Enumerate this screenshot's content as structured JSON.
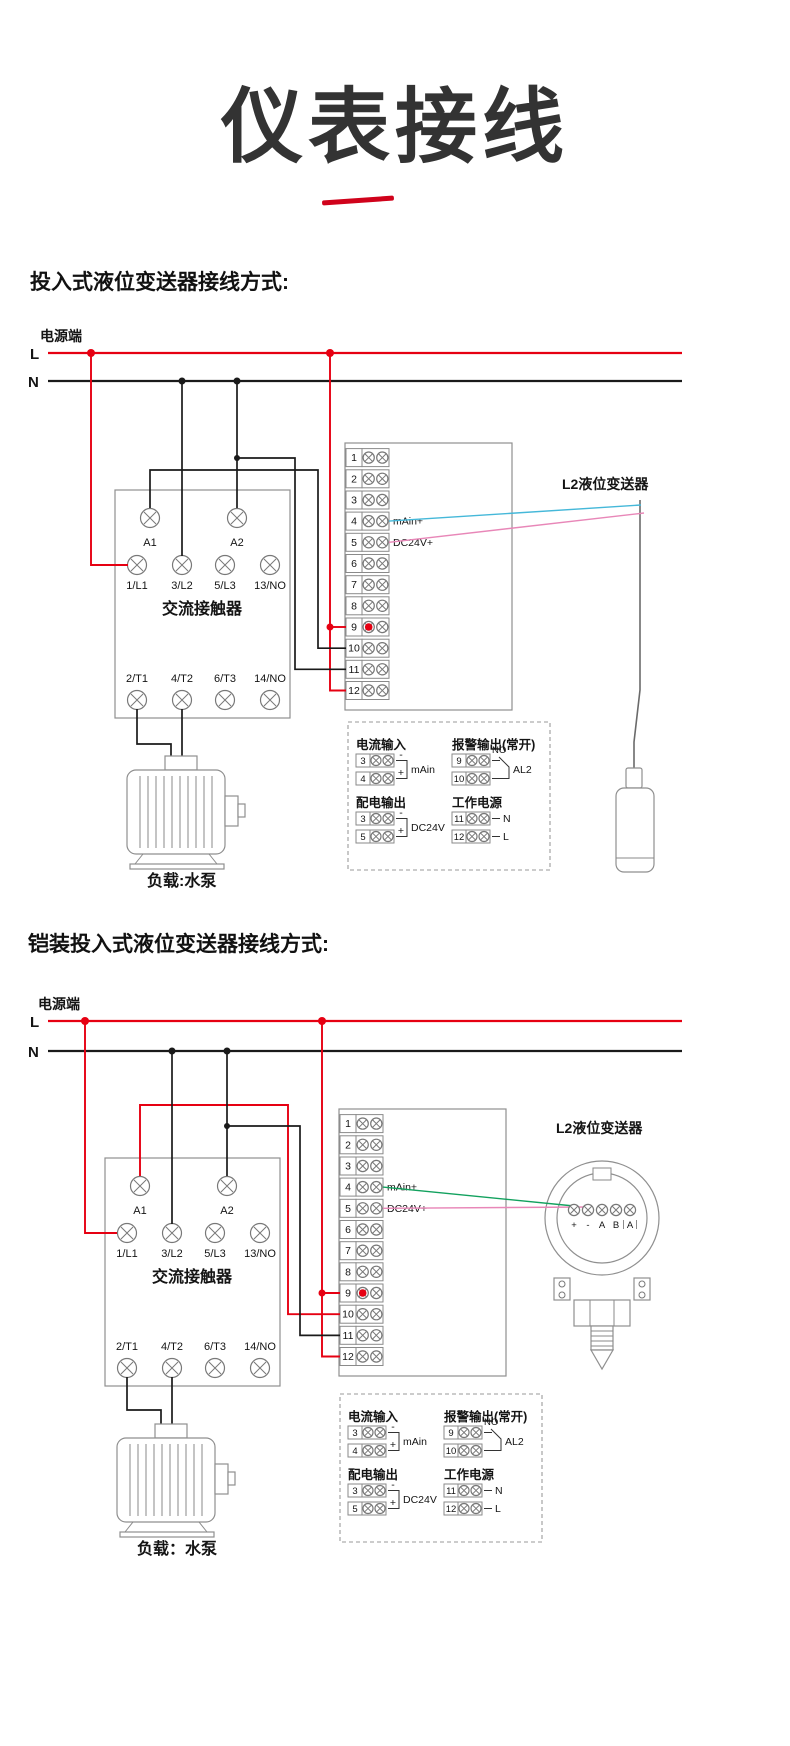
{
  "title": "仪表接线",
  "headings": {
    "s1": "投入式液位变送器接线方式:",
    "s2": "铠装投入式液位变送器接线方式:"
  },
  "power": {
    "source": "电源端",
    "l": "L",
    "n": "N"
  },
  "contactor": {
    "name": "交流接触器",
    "a1": "A1",
    "a2": "A2",
    "mid": [
      "1/L1",
      "3/L2",
      "5/L3",
      "13/NO"
    ],
    "bottom": [
      "2/T1",
      "4/T2",
      "6/T3",
      "14/NO"
    ]
  },
  "strip": {
    "numbers": [
      "1",
      "2",
      "3",
      "4",
      "5",
      "6",
      "7",
      "8",
      "9",
      "10",
      "11",
      "12"
    ],
    "main_plus": "mAin+",
    "dc24v_plus": "DC24V+"
  },
  "transmitter": {
    "label": "L2液位变送器",
    "head": [
      "+",
      "-",
      "A",
      "B",
      "A"
    ]
  },
  "load": {
    "d1": "负载:水泵",
    "d2": "负载：水泵"
  },
  "detail": {
    "ci": {
      "title": "电流输入",
      "a": "3",
      "b": "4",
      "minus": "-",
      "plus": "+",
      "label": "mAin"
    },
    "al": {
      "title": "报警输出(常开)",
      "a": "9",
      "b": "10",
      "no": "NO",
      "label": "AL2"
    },
    "po": {
      "title": "配电输出",
      "a": "3",
      "b": "5",
      "minus": "-",
      "plus": "+",
      "label": "DC24V"
    },
    "wp": {
      "title": "工作电源",
      "a": "11",
      "b": "12",
      "n": "N",
      "l": "L"
    }
  },
  "colors": {
    "red": "#e60012",
    "cyan": "#45b8d9",
    "magenta": "#e887b8",
    "green": "#12a15e",
    "black": "#1a1a1a"
  }
}
